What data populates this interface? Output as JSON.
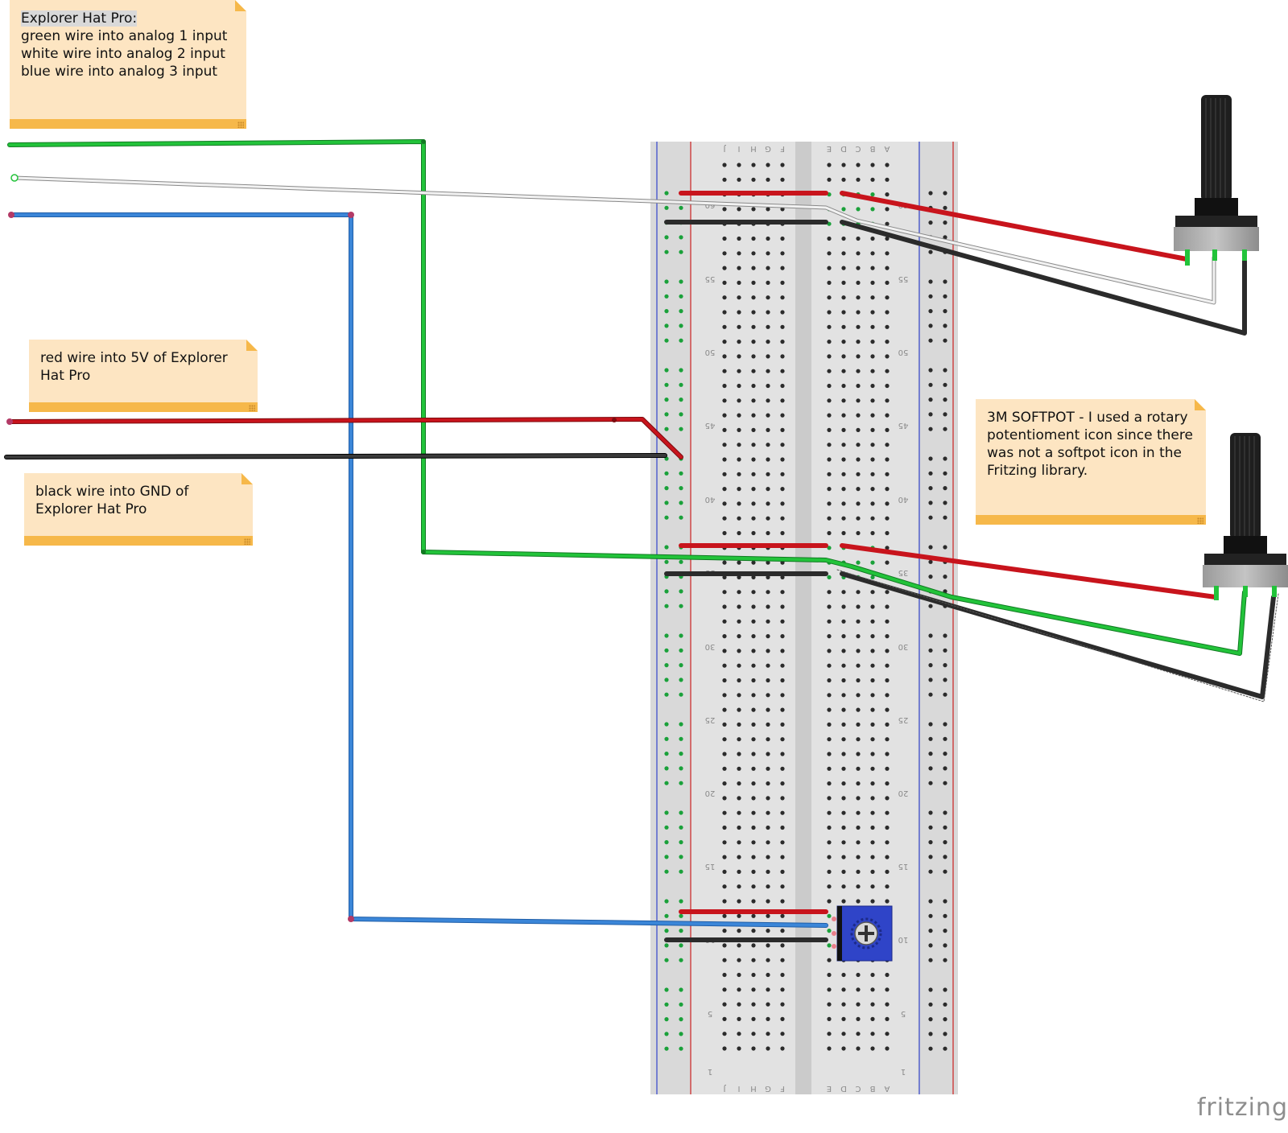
{
  "notes": {
    "explorer": {
      "title": "Explorer Hat Pro:",
      "lines": [
        "green wire into analog 1 input",
        "white wire into analog 2 input",
        "blue wire into analog 3 input"
      ]
    },
    "red": {
      "lines": [
        "red wire into 5V of Explorer",
        "Hat Pro"
      ]
    },
    "black": {
      "lines": [
        "black wire into GND of",
        "Explorer Hat Pro"
      ]
    },
    "softpot": {
      "lines": [
        "3M SOFTPOT - I used a rotary",
        "potentioment icon since there",
        "was not a softpot icon in the",
        "Fritzing library."
      ]
    }
  },
  "breadboard": {
    "column_letters": [
      "J",
      "I",
      "H",
      "G",
      "F",
      "E",
      "D",
      "C",
      "B",
      "A"
    ],
    "row_numbers": [
      "60",
      "55",
      "50",
      "45",
      "40",
      "35",
      "30",
      "25",
      "20",
      "15",
      "10",
      "5",
      "1"
    ]
  },
  "colors": {
    "wire_green": "#22c33a",
    "wire_white": "#dedede",
    "wire_blue": "#3b86d8",
    "wire_red": "#c8141c",
    "wire_black": "#2b2b2b",
    "note_bg": "#fde5c2",
    "note_bar": "#f6b84a",
    "trimpot": "#2f44c8"
  },
  "logo": "fritzing"
}
